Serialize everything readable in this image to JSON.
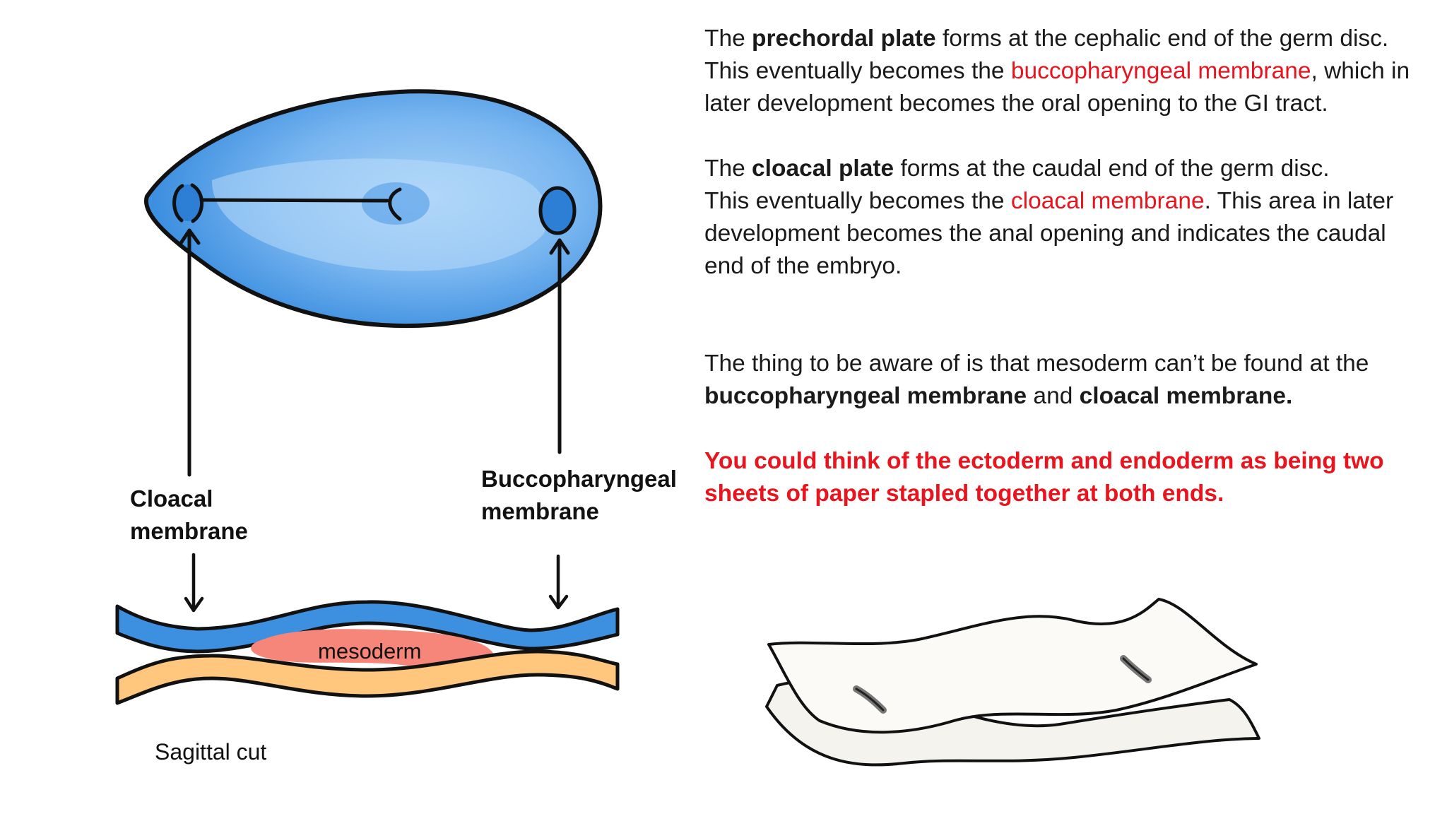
{
  "diagram": {
    "label_cloacal": [
      "Cloacal",
      "membrane"
    ],
    "label_bucco": [
      "Buccopharyngeal",
      "membrane"
    ],
    "label_mesoderm": "mesoderm",
    "label_sagittal": "Sagittal cut"
  },
  "text": {
    "p1": {
      "a": "The ",
      "b": "prechordal plate",
      "c": " forms at the cephalic end of the germ disc."
    },
    "p2": {
      "a": "This eventually becomes the ",
      "b": "buccopharyngeal membrane",
      "c": ", which in later development becomes the oral opening to the GI tract."
    },
    "p3": {
      "a": "The ",
      "b": "cloacal plate",
      "c": " forms at the caudal end of the germ disc."
    },
    "p4": {
      "a": "This eventually becomes the ",
      "b": "cloacal membrane",
      "c": ". This area in later development becomes the anal opening and indicates the caudal end of the embryo."
    },
    "p5": {
      "a": "The thing to be aware of is that mesoderm can’t be found at the ",
      "b": "buccopharyngeal membrane",
      "c": " and ",
      "d": "cloacal membrane."
    },
    "p6": "You could think of the ectoderm and endoderm as being two sheets of paper stapled together at both ends."
  },
  "colors": {
    "blue": "#3d8fe0",
    "blue_light": "#a9d2f7",
    "orange": "#ffc77e",
    "mesoderm": "#f6857a",
    "red_text": "#e8141e"
  }
}
